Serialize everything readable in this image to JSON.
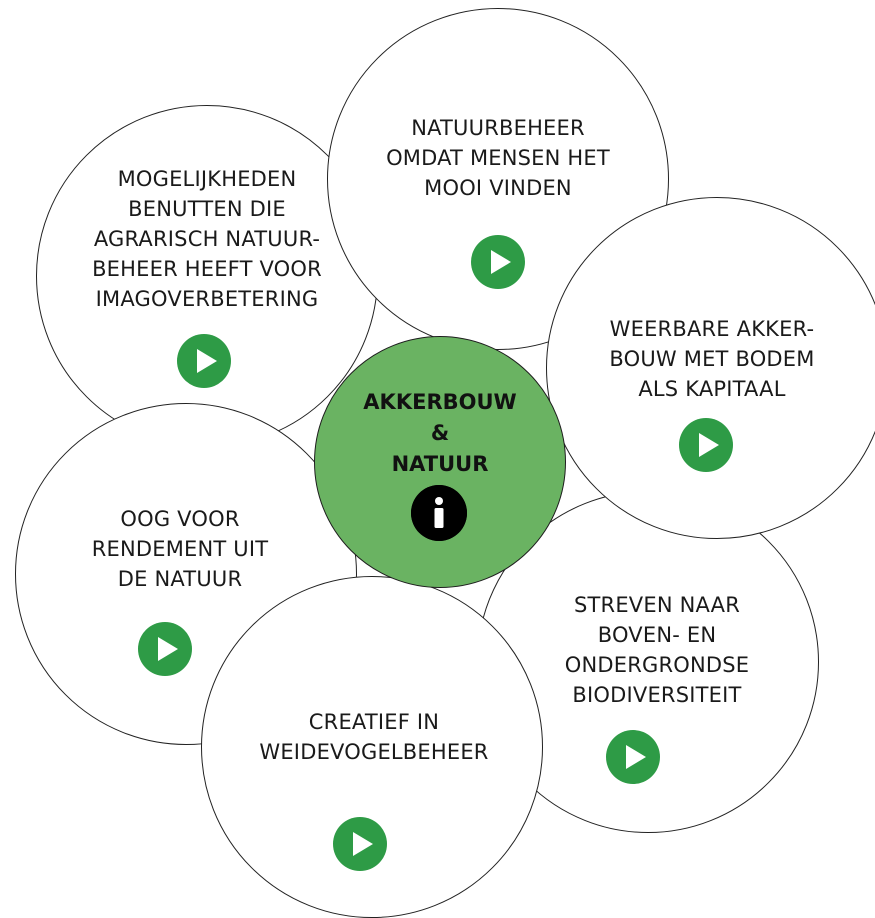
{
  "colors": {
    "play_green": "#2e9b46",
    "center_fill": "#6ab362",
    "info_black": "#000000",
    "outline": "#222222"
  },
  "center": {
    "title": "AKKERBOUW\n&\nNATUUR",
    "info_icon": "info-icon"
  },
  "topics": [
    {
      "id": "mogelijkheden",
      "label": "MOGELIJKHEDEN\nBENUTTEN DIE\nAGRARISCH NATUUR-\nBEHEER HEEFT VOOR\nIMAGOVERBETERING",
      "icon": "play-icon"
    },
    {
      "id": "natuurbeheer",
      "label": "NATUURBEHEER\nOMDAT MENSEN HET\nMOOI VINDEN",
      "icon": "play-icon"
    },
    {
      "id": "weerbare",
      "label": "WEERBARE AKKER-\nBOUW MET BODEM\nALS KAPITAAL",
      "icon": "play-icon"
    },
    {
      "id": "oog",
      "label": "OOG VOOR\nRENDEMENT UIT\nDE NATUUR",
      "icon": "play-icon"
    },
    {
      "id": "streven",
      "label": "STREVEN NAAR\nBOVEN- EN\nONDERGRONDSE\nBIODIVERSITEIT",
      "icon": "play-icon"
    },
    {
      "id": "creatief",
      "label": "CREATIEF IN\nWEIDEVOGELBEHEER",
      "icon": "play-icon"
    }
  ]
}
